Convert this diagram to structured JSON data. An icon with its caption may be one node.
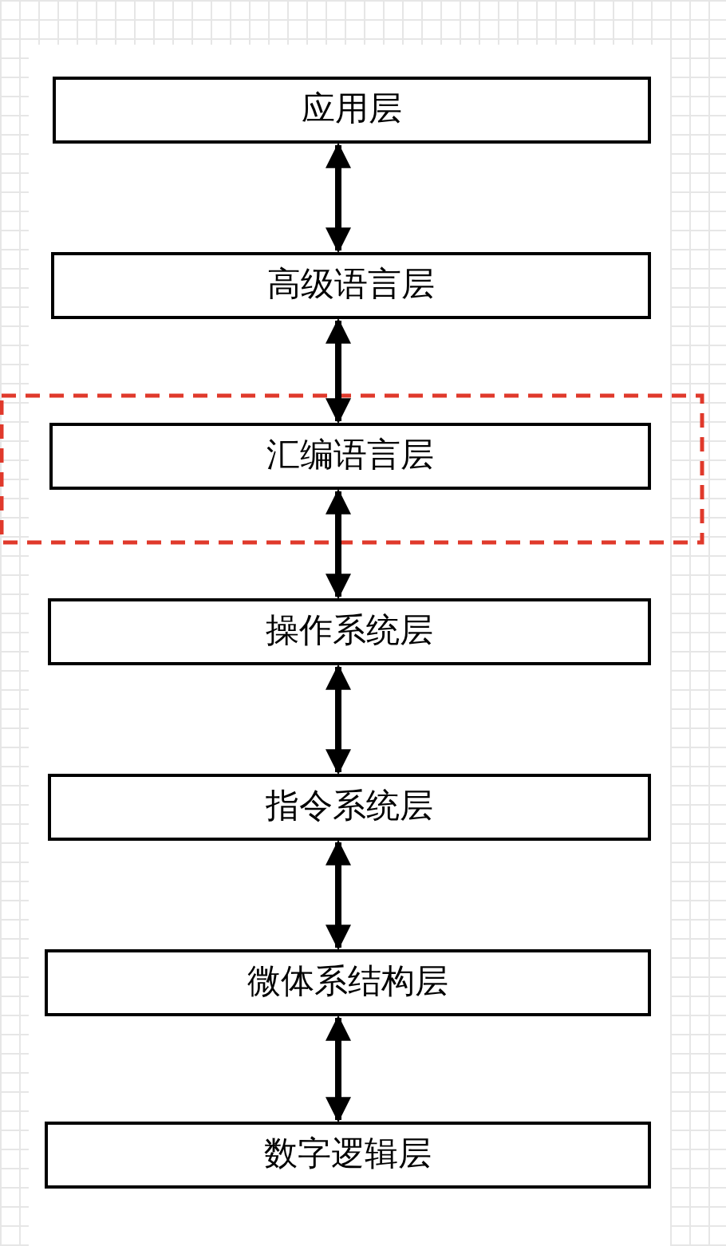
{
  "diagram": {
    "nodes": [
      {
        "text": [
          "应用层"
        ]
      },
      {
        "text": [
          "高级语言层"
        ]
      },
      {
        "text": [
          "汇编语言层"
        ]
      },
      {
        "text": [
          "操作系统层"
        ]
      },
      {
        "text": [
          "指令系统层"
        ]
      },
      {
        "text": [
          "微体系结构层"
        ]
      },
      {
        "text": [
          "数字逻辑层"
        ]
      }
    ],
    "edges": [
      {
        "from": 0,
        "to": 1,
        "arrow": "both"
      },
      {
        "from": 1,
        "to": 2,
        "arrow": "both"
      },
      {
        "from": 2,
        "to": 3,
        "arrow": "both"
      },
      {
        "from": 3,
        "to": 4,
        "arrow": "both"
      },
      {
        "from": 4,
        "to": 5,
        "arrow": "both"
      },
      {
        "from": 5,
        "to": 6,
        "arrow": "both"
      }
    ]
  }
}
